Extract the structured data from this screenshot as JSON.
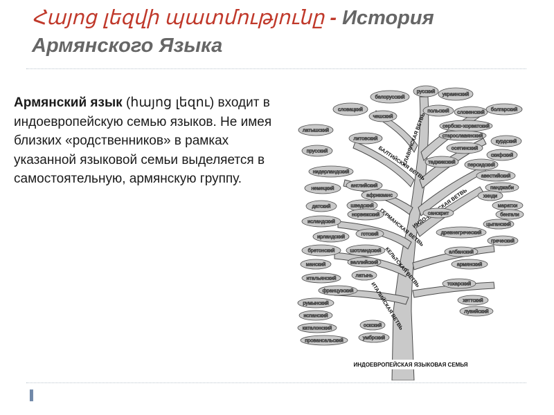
{
  "slide": {
    "title_armenian": "Հայոց լեզվի պատմությունը",
    "title_separator": " - ",
    "title_russian": "История Армянского Языка",
    "body": {
      "bold_part": "Армянский язык",
      "armenian_paren": " (հայոց լեզու)",
      "rest": " входит в индоевропейскую семью языков. Не имея близких «родственников» в рамках указанной языковой семьи выделяется в самостоятельную, армянскую группу."
    },
    "bullet_glyph": "▐"
  },
  "tree": {
    "root_label": "ИНДОЕВРОПЕЙСКАЯ ЯЗЫКОВАЯ СЕМЬЯ",
    "branches": [
      {
        "id": "slav",
        "label": "СЛАВЯНСКАЯ ВЕТВЬ"
      },
      {
        "id": "balt",
        "label": "БАЛТИЙСКАЯ ВЕТВЬ"
      },
      {
        "id": "indoiran",
        "label": "ИНДО-ИРАНСКАЯ ВЕТВЬ"
      },
      {
        "id": "germ",
        "label": "ГЕРМАНСКАЯ ВЕТВЬ"
      },
      {
        "id": "celt",
        "label": "КЕЛЬТСКАЯ ВЕТВЬ"
      },
      {
        "id": "ital",
        "label": "ИТАЛИЙСКАЯ ВЕТВЬ"
      }
    ],
    "leaves": [
      {
        "id": "l1",
        "label": "белорусский"
      },
      {
        "id": "l2",
        "label": "русский"
      },
      {
        "id": "l3",
        "label": "украинский"
      },
      {
        "id": "l4",
        "label": "словацкий"
      },
      {
        "id": "l5",
        "label": "чешский"
      },
      {
        "id": "l6",
        "label": "польский"
      },
      {
        "id": "l7",
        "label": "словенский"
      },
      {
        "id": "l8",
        "label": "болгарский"
      },
      {
        "id": "l9",
        "label": "латышский"
      },
      {
        "id": "l10",
        "label": "литовский"
      },
      {
        "id": "l11",
        "label": "сербско-хорватский"
      },
      {
        "id": "l12",
        "label": "старославянский"
      },
      {
        "id": "l13",
        "label": "прусский"
      },
      {
        "id": "l14",
        "label": "осетинский"
      },
      {
        "id": "l15",
        "label": "курдский"
      },
      {
        "id": "l16",
        "label": "таджикский"
      },
      {
        "id": "l17",
        "label": "персидский"
      },
      {
        "id": "l18",
        "label": "скифский"
      },
      {
        "id": "l19",
        "label": "нидерландский"
      },
      {
        "id": "l20",
        "label": "английский"
      },
      {
        "id": "l21",
        "label": "авестийский"
      },
      {
        "id": "l22",
        "label": "немецкий"
      },
      {
        "id": "l23",
        "label": "африкаанс"
      },
      {
        "id": "l24",
        "label": "панджаби"
      },
      {
        "id": "l25",
        "label": "хинди"
      },
      {
        "id": "l26",
        "label": "датский"
      },
      {
        "id": "l27",
        "label": "шведский"
      },
      {
        "id": "l28",
        "label": "маратхи"
      },
      {
        "id": "l29",
        "label": "исландский"
      },
      {
        "id": "l30",
        "label": "норвежский"
      },
      {
        "id": "l31",
        "label": "санскрит"
      },
      {
        "id": "l32",
        "label": "бенгали"
      },
      {
        "id": "l33",
        "label": "цыганский"
      },
      {
        "id": "l34",
        "label": "ирландский"
      },
      {
        "id": "l35",
        "label": "готский"
      },
      {
        "id": "l36",
        "label": "древнегреческий"
      },
      {
        "id": "l37",
        "label": "греческий"
      },
      {
        "id": "l38",
        "label": "бретонский"
      },
      {
        "id": "l39",
        "label": "шотландский"
      },
      {
        "id": "l40",
        "label": "албанский"
      },
      {
        "id": "l41",
        "label": "манский"
      },
      {
        "id": "l42",
        "label": "валлийский"
      },
      {
        "id": "l43",
        "label": "армянский"
      },
      {
        "id": "l44",
        "label": "итальянский"
      },
      {
        "id": "l45",
        "label": "латынь"
      },
      {
        "id": "l46",
        "label": "тохарский"
      },
      {
        "id": "l47",
        "label": "французский"
      },
      {
        "id": "l48",
        "label": "румынский"
      },
      {
        "id": "l49",
        "label": "хеттский"
      },
      {
        "id": "l50",
        "label": "испанский"
      },
      {
        "id": "l51",
        "label": "лувийский"
      },
      {
        "id": "l52",
        "label": "каталонский"
      },
      {
        "id": "l53",
        "label": "оскский"
      },
      {
        "id": "l54",
        "label": "провансальский"
      },
      {
        "id": "l55",
        "label": "умбрский"
      }
    ]
  },
  "colors": {
    "title_armenian": "#c0392b",
    "title_russian": "#666666",
    "body_text": "#1a1a1a",
    "tree_fill": "#c9c9c9",
    "tree_stroke": "#4a4a4a",
    "leaf_fill": "#c9c9c9",
    "divider": "#b9c3cc",
    "bullet": "#7088a8"
  }
}
